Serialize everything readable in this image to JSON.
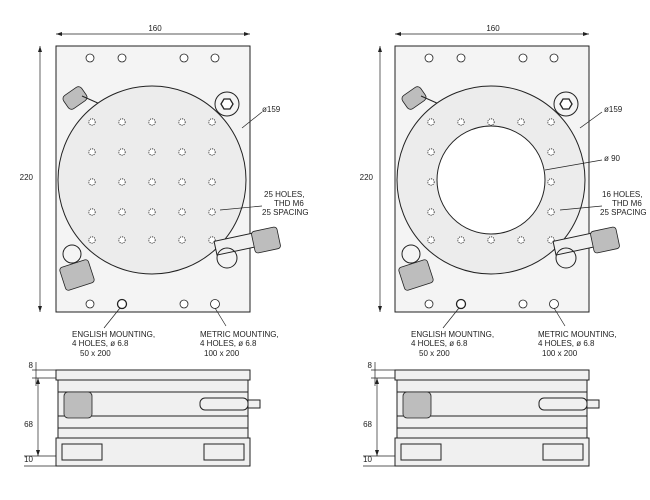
{
  "left_view": {
    "width_dim": "160",
    "height_dim": "220",
    "disk_dia_label": "ø159",
    "holes_label": [
      "25 HOLES,",
      "THD M6",
      "25 SPACING"
    ],
    "english_mount": [
      "ENGLISH MOUNTING,",
      "4 HOLES, ø 6.8",
      "50 x 200"
    ],
    "metric_mount": [
      "METRIC MOUNTING,",
      "4 HOLES, ø 6.8",
      "100 x 200"
    ]
  },
  "right_view": {
    "width_dim": "160",
    "height_dim": "220",
    "disk_dia_label": "ø159",
    "bore_dia_label": "ø 90",
    "holes_label": [
      "16 HOLES,",
      "THD M6",
      "25 SPACING"
    ],
    "english_mount": [
      "ENGLISH MOUNTING,",
      "4 HOLES, ø 6.8",
      "50 x 200"
    ],
    "metric_mount": [
      "METRIC MOUNTING,",
      "4 HOLES, ø 6.8",
      "100 x 200"
    ]
  },
  "side_view": {
    "top_dim": "8",
    "height_dim": "68",
    "base_dim": "10"
  }
}
